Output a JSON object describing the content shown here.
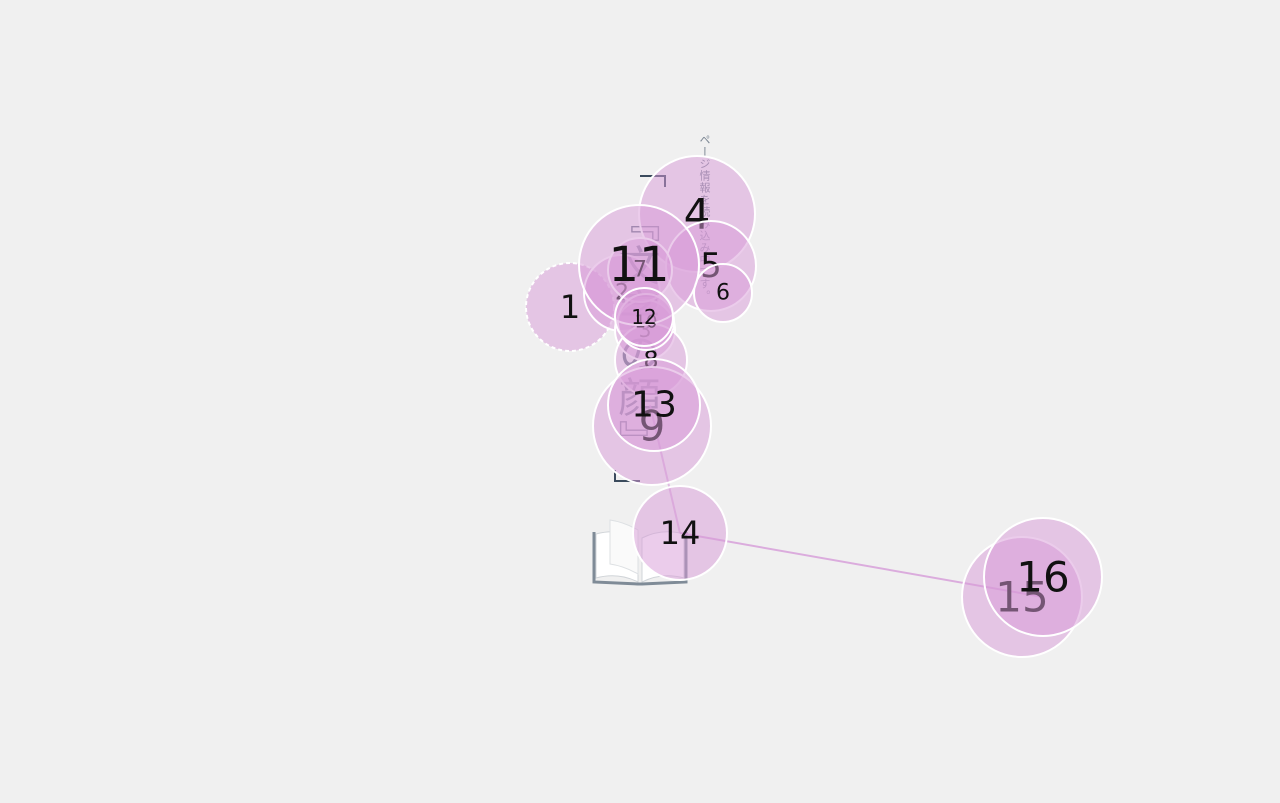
{
  "book": {
    "title_vertical": "『文字の顔』",
    "loading_text": "ページ情報を読み込み中です。"
  },
  "bubbles": [
    {
      "label": "1",
      "dashed": true
    },
    {
      "label": "2"
    },
    {
      "label": "3"
    },
    {
      "label": "4"
    },
    {
      "label": "5"
    },
    {
      "label": "6"
    },
    {
      "label": "7"
    },
    {
      "label": "8"
    },
    {
      "label": "9"
    },
    {
      "label": "10"
    },
    {
      "label": "11"
    },
    {
      "label": "12"
    },
    {
      "label": "13"
    },
    {
      "label": "14"
    },
    {
      "label": "15"
    },
    {
      "label": "16"
    }
  ],
  "colors": {
    "background": "#f0f0f0",
    "bubble_fill": "#d89ad8",
    "bubble_stroke": "#ffffff",
    "connector": "#d9a5dc"
  },
  "icons": {
    "book": "open-book-icon"
  }
}
